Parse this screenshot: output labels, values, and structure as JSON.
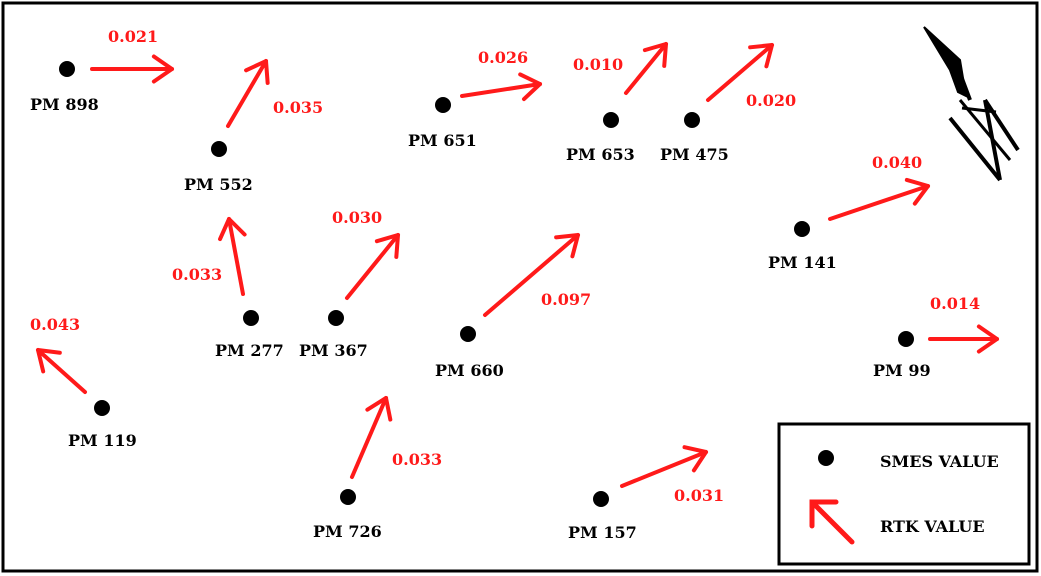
{
  "colors": {
    "arrow": "#ff1a1a",
    "dot": "#000000",
    "text": "#000000",
    "frame": "#000000"
  },
  "stations": [
    {
      "id": "pm898",
      "label": "PM 898",
      "value": "0.021"
    },
    {
      "id": "pm552",
      "label": "PM 552",
      "value": "0.035"
    },
    {
      "id": "pm651",
      "label": "PM 651",
      "value": "0.026"
    },
    {
      "id": "pm653",
      "label": "PM 653",
      "value": "0.010"
    },
    {
      "id": "pm475",
      "label": "PM 475",
      "value": "0.020"
    },
    {
      "id": "pm141",
      "label": "PM 141",
      "value": "0.040"
    },
    {
      "id": "pm277",
      "label": "PM 277",
      "value": "0.033"
    },
    {
      "id": "pm367",
      "label": "PM 367",
      "value": "0.030"
    },
    {
      "id": "pm660",
      "label": "PM 660",
      "value": "0.097"
    },
    {
      "id": "pm99",
      "label": "PM 99",
      "value": "0.014"
    },
    {
      "id": "pm119",
      "label": "PM 119",
      "value": "0.043"
    },
    {
      "id": "pm726",
      "label": "PM 726",
      "value": "0.033"
    },
    {
      "id": "pm157",
      "label": "PM 157",
      "value": "0.031"
    }
  ],
  "legend": {
    "smes_label": "SMES VALUE",
    "rtk_label": "RTK VALUE"
  },
  "north_symbol": "north-arrow-icon"
}
